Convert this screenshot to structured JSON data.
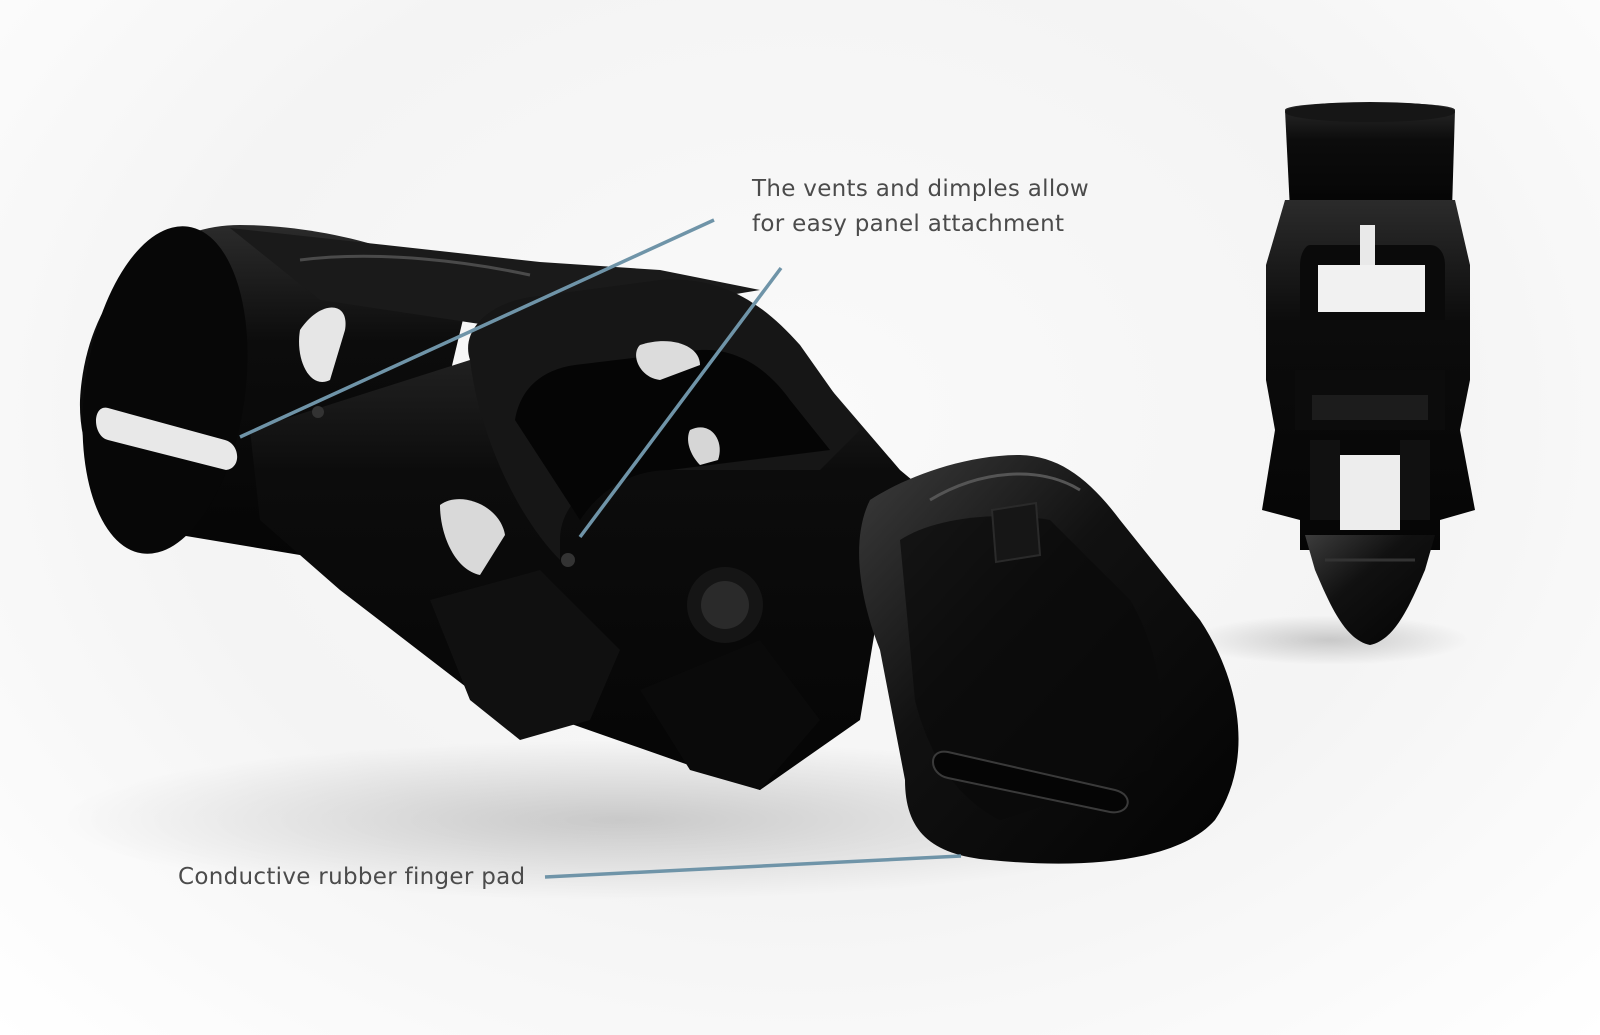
{
  "annotations": {
    "vents": {
      "line1": "The vents and dimples allow",
      "line2": "for easy panel attachment"
    },
    "pad": {
      "text": "Conductive rubber finger pad"
    }
  },
  "colors": {
    "leader_line": "#6f94a8",
    "part": "#0b0b0b",
    "highlight": "#3a3a3a",
    "label_text": "#4b4b4b"
  }
}
